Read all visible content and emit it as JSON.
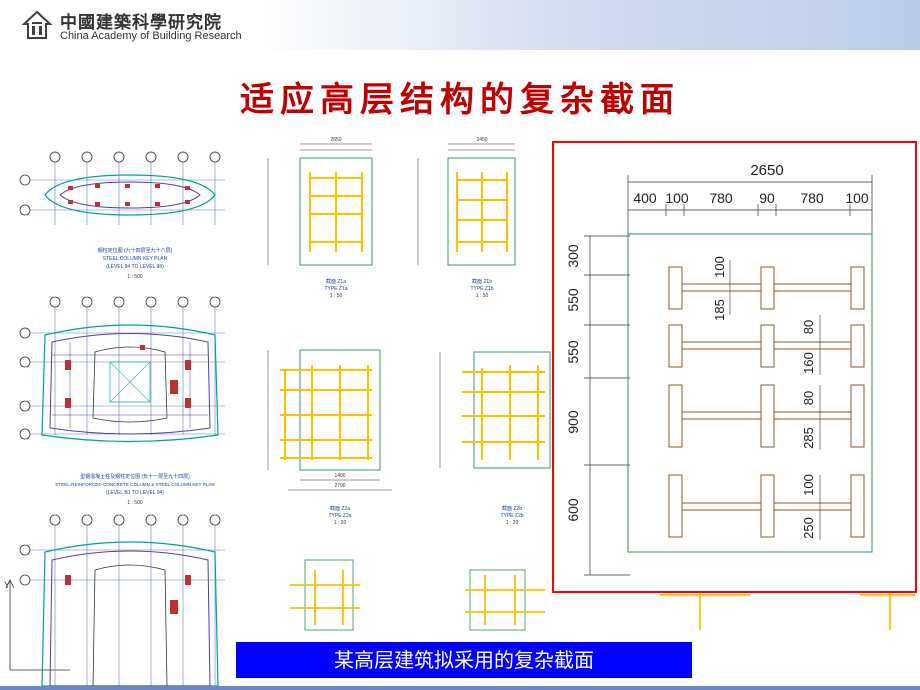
{
  "header": {
    "org_cn": "中國建築科學研究院",
    "org_en": "China Academy of Building Research"
  },
  "title": "适应高层结构的复杂截面",
  "caption": "某高层建筑拟采用的复杂截面",
  "plans": [
    {
      "label_cn": "钢柱定位图 (九十四层至九十八层)",
      "label_en_1": "STEEL COLUMN KEY PLAN",
      "label_en_2": "(LEVEL 94 TO LEVEL 98)",
      "scale": "1 : 500"
    },
    {
      "label_cn": "型钢混凝土柱及钢柱定位图 (负十一层至九十四层)",
      "label_en_1": "STEEL-REINFORCED CONCRETE COLUMN & STEEL COLUMN KEY PLAN",
      "label_en_2": "(LEVEL B1 TO LEVEL 94)",
      "scale": "1 : 500"
    }
  ],
  "sections": [
    {
      "label_cn": "截面 Z1a",
      "label_en": "TYPE Z1a",
      "scale": "1 : 50",
      "top_dim": "2650"
    },
    {
      "label_cn": "截面 Z1b",
      "label_en": "TYPE Z1b",
      "scale": "1 : 50",
      "top_dim": "2450"
    },
    {
      "label_cn": "截面 Z2a",
      "label_en": "TYPE Z2a",
      "scale": "1 : 20",
      "bottom_dim_1": "1400",
      "bottom_dim_2": "2700"
    },
    {
      "label_cn": "截面 Z2b",
      "label_en": "TYPE Z2b",
      "scale": "1 : 20"
    }
  ],
  "detail": {
    "overall_width": "2650",
    "top_dims": [
      "400",
      "100",
      "780",
      "90",
      "780",
      "100"
    ],
    "left_dims": [
      "300",
      "550",
      "550",
      "900",
      "600"
    ],
    "inner_dims": [
      "100",
      "185",
      "80",
      "160",
      "80",
      "285",
      "100",
      "250"
    ]
  },
  "colors": {
    "title": "#c00000",
    "caption_bg": "#0000ff",
    "highlight_frame": "#ff0000",
    "steel": "#ffc000",
    "concrete_outline": "#00a050"
  }
}
